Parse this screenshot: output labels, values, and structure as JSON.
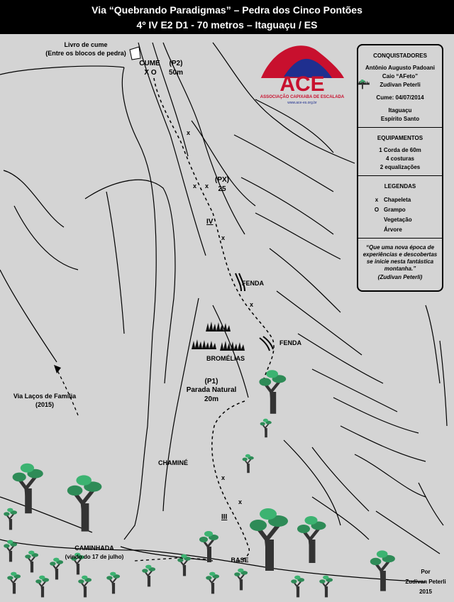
{
  "header": {
    "line1": "Via “Quebrando Paradigmas” – Pedra dos Cinco Pontões",
    "line2": "4º  IV  E2  D1  -  70 metros – Itaguaçu / ES"
  },
  "logo": {
    "text": "ACE",
    "subtitle": "ASSOCIAÇÃO CAPIXABA DE ESCALADA",
    "url": "www.ace-es.org.br",
    "color": "#c8102e",
    "accent": "#1f2f8f"
  },
  "labels": {
    "livro1": "Livro de cume",
    "livro2": "(Entre os blocos de pedra)",
    "cume": "CUME",
    "cume_sym": "X O",
    "p2_1": "(P2)",
    "p2_2": "50m",
    "px_1": "(PX)",
    "px_2": "25",
    "grade_iv": "IV",
    "fenda1": "FENDA",
    "fenda2": "FENDA",
    "bromelias": "BROMÉLIAS",
    "p1_1": "(P1)",
    "p1_2": "Parada Natural",
    "p1_3": "20m",
    "via_lacos1": "Via Laços de Família",
    "via_lacos2": "(2015)",
    "chamine": "CHAMINÉ",
    "grade_iii": "III",
    "caminhada1": "CAMINHADA",
    "caminhada2": "(vindo do 17 de julho)",
    "base": "BASE",
    "por1": "Por",
    "por2": "Zudivan Peterli",
    "por3": "2015",
    "x": "x"
  },
  "info": {
    "conquistadores_title": "CONQUISTADORES",
    "conquistadores": [
      "Antônio Augusto Padoani",
      "Caio “AFeto”",
      "Zudivan Peterli"
    ],
    "cume_date": "Cume: 04/07/2014",
    "location": [
      "Itaguaçu",
      "Espírito Santo"
    ],
    "equip_title": "EQUIPAMENTOS",
    "equip": [
      "1 Corda de 60m",
      "4 costuras",
      "2 equalizações"
    ],
    "legend_title": "LEGENDAS",
    "legend": [
      {
        "sym": "x",
        "label": "Chapeleta"
      },
      {
        "sym": "o",
        "label": "Grampo"
      },
      {
        "sym": "vegetation-icon",
        "label": "Vegetação"
      },
      {
        "sym": "tree-icon",
        "label": "Árvore"
      }
    ],
    "quote": "“Que uma nova época de experiências e descobertas se inicie nesta fantástica montanha.”",
    "quote_author": "(Zudivan Peterli)"
  }
}
